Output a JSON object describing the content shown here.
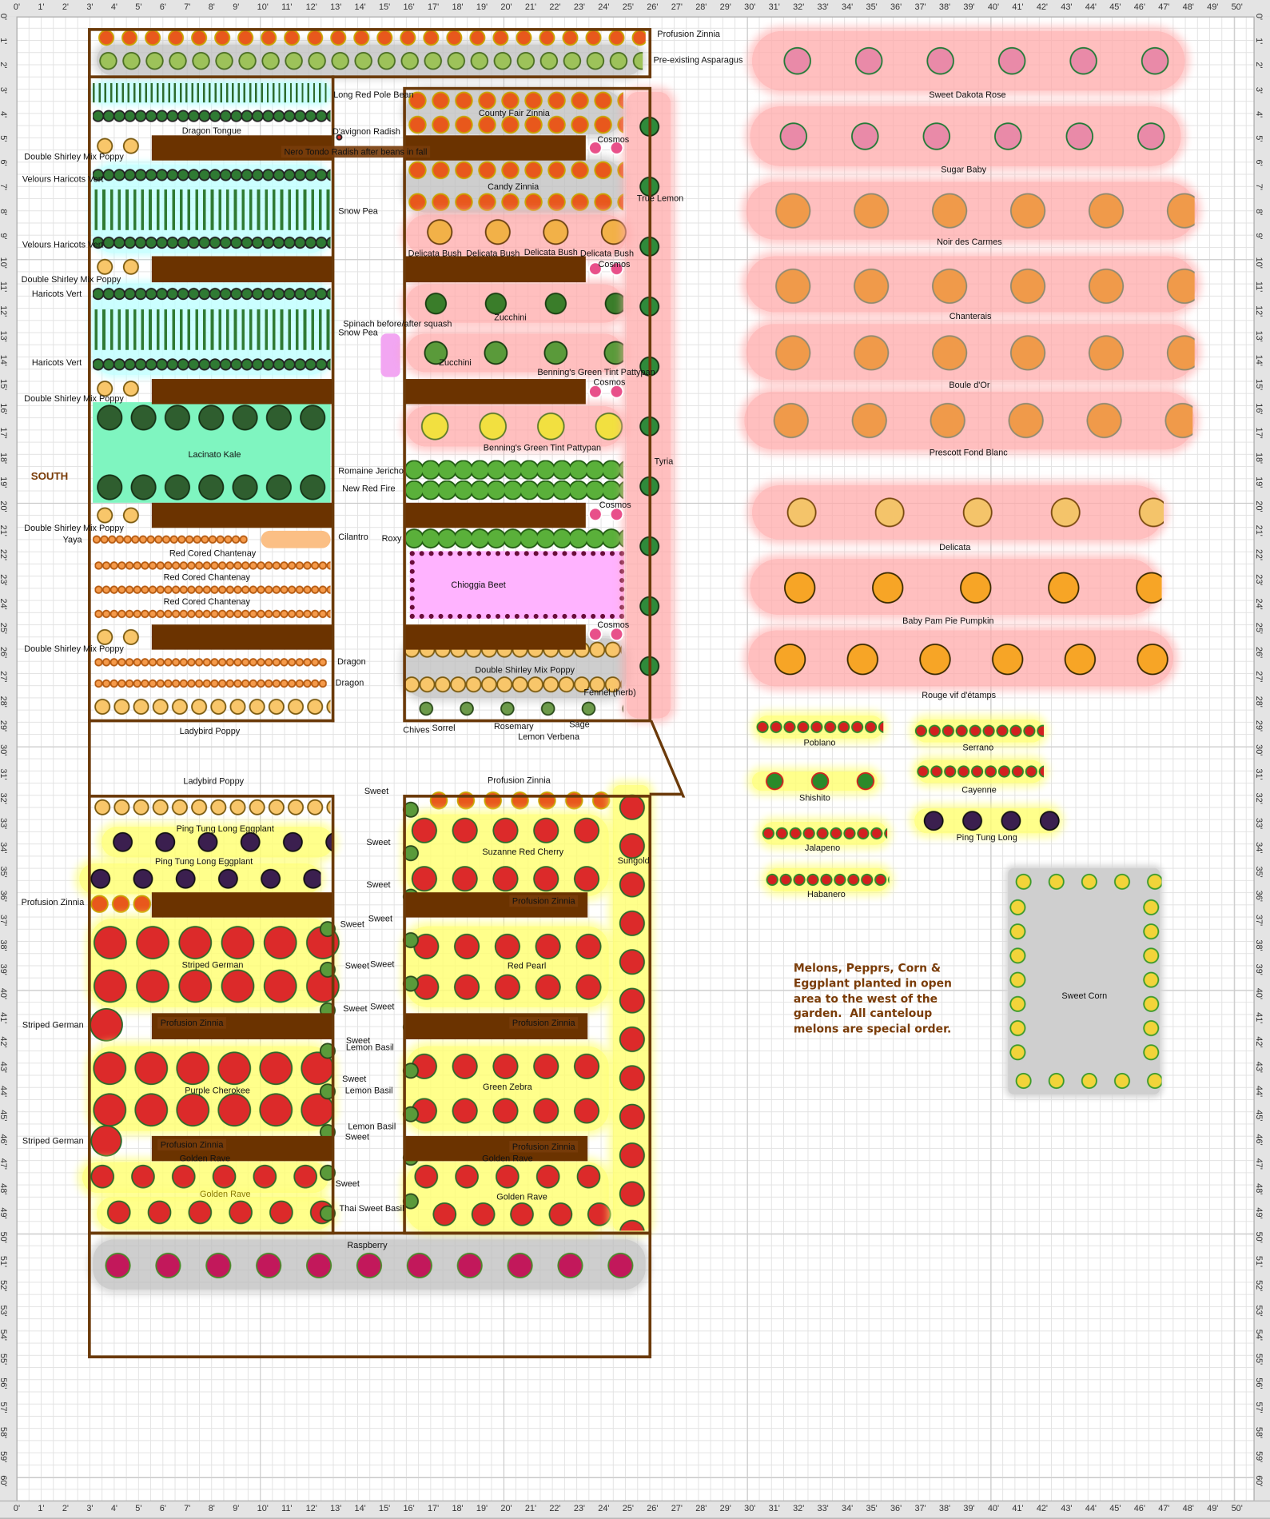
{
  "rulers": {
    "x": [
      "0'",
      "1'",
      "2'",
      "3'",
      "4'",
      "5'",
      "6'",
      "7'",
      "8'",
      "9'",
      "10'",
      "11'",
      "12'",
      "13'",
      "14'",
      "15'",
      "16'",
      "17'",
      "18'",
      "19'",
      "20'",
      "21'",
      "22'",
      "23'",
      "24'",
      "25'",
      "26'",
      "27'",
      "28'",
      "29'",
      "30'",
      "31'",
      "32'",
      "33'",
      "34'",
      "35'",
      "36'",
      "37'",
      "38'",
      "39'",
      "40'",
      "41'",
      "42'",
      "43'",
      "44'",
      "45'",
      "46'",
      "47'",
      "48'",
      "49'",
      "50'"
    ],
    "y": [
      "0'",
      "1'",
      "2'",
      "3'",
      "4'",
      "5'",
      "6'",
      "7'",
      "8'",
      "9'",
      "10'",
      "11'",
      "12'",
      "13'",
      "14'",
      "15'",
      "16'",
      "17'",
      "18'",
      "19'",
      "20'",
      "21'",
      "22'",
      "23'",
      "24'",
      "25'",
      "26'",
      "27'",
      "28'",
      "29'",
      "30'",
      "31'",
      "32'",
      "33'",
      "34'",
      "35'",
      "36'",
      "37'",
      "38'",
      "39'",
      "40'",
      "41'",
      "42'",
      "43'",
      "44'",
      "45'",
      "46'",
      "47'",
      "48'",
      "49'",
      "50'",
      "51'",
      "52'",
      "53'",
      "54'",
      "55'",
      "56'",
      "57'",
      "58'",
      "59'",
      "60'"
    ]
  },
  "compass": "SOUTH",
  "note": "Melons, Pepprs, Corn &\nEggplant planted in open\narea to the west of the\ngarden.  All canteloup\nmelons are special order.",
  "top": [
    "Profusion Zinnia",
    "Pre-existing Asparagus"
  ],
  "left_bed": [
    "Long Red Pole Bean",
    "Dragon Tongue",
    "D'avignon Radish",
    "Double Shirley Mix Poppy",
    "Nero Tondo Radish after beans in fall",
    "Velours Haricots Vert",
    "Snow Pea",
    "Velours Haricots Vert",
    "Double Shirley Mix Poppy",
    "Haricots Vert",
    "Spinach before/after squash",
    "Snow Pea",
    "Haricots Vert",
    "Double Shirley Mix Poppy",
    "Lacinato Kale",
    "Romaine Jericho",
    "New Red Fire",
    "Double Shirley Mix Poppy",
    "Yaya",
    "Cilantro",
    "Roxy",
    "Red Cored Chantenay",
    "Red Cored Chantenay",
    "Red Cored Chantenay",
    "Double Shirley Mix Poppy",
    "Dragon",
    "Dragon",
    "Ladybird Poppy"
  ],
  "right_bed": [
    "County Fair Zinnia",
    "Cosmos",
    "Candy Zinnia",
    "True Lemon",
    "Delicata Bush",
    "Delicata Bush",
    "Delicata Bush",
    "Delicata Bush",
    "Cosmos",
    "Zucchini",
    "Zucchini",
    "Benning's Green Tint Pattypan",
    "Cosmos",
    "Benning's Green Tint Pattypan",
    "Tyria",
    "Cosmos",
    "Chioggia Beet",
    "Cosmos",
    "Double Shirley Mix Poppy",
    "Fennel (herb)",
    "Chives",
    "Sorrel",
    "Rosemary",
    "Sage",
    "Lemon Verbena"
  ],
  "lower_left": [
    "Ladybird Poppy",
    "Ping Tung Long Eggplant",
    "Ping Tung Long Eggplant",
    "Profusion Zinnia",
    "Striped German",
    "Striped German",
    "Profusion Zinnia",
    "Purple Cherokee",
    "Striped German",
    "Profusion Zinnia",
    "Golden Rave",
    "Golden Rave"
  ],
  "lower_right": [
    "Profusion Zinnia",
    "Suzanne Red Cherry",
    "Sungold",
    "Profusion Zinnia",
    "Red Pearl",
    "Profusion Zinnia",
    "Green Zebra",
    "Profusion Zinnia",
    "Golden Rave",
    "Golden Rave"
  ],
  "basil": [
    "Sweet",
    "Sweet",
    "Sweet",
    "Sweet",
    "Sweet",
    "Sweet",
    "Sweet",
    "Sweet",
    "Sweet",
    "Sweet",
    "Lemon Basil",
    "Sweet",
    "Lemon Basil",
    "Lemon Basil",
    "Sweet",
    "Sweet",
    "Thai Sweet Basil"
  ],
  "raspberry": "Raspberry",
  "melons": [
    "Sweet Dakota Rose",
    "Sugar Baby",
    "Noir des Carmes",
    "Chanterais",
    "Boule d'Or",
    "Prescott Fond Blanc",
    "Delicata",
    "Baby Pam Pie Pumpkin",
    "Rouge vif d'étamps"
  ],
  "peppers": [
    "Poblano",
    "Serrano",
    "Shishito",
    "Cayenne",
    "Jalapeno",
    "Ping Tung Long",
    "Habanero"
  ],
  "corn": "Sweet Corn"
}
